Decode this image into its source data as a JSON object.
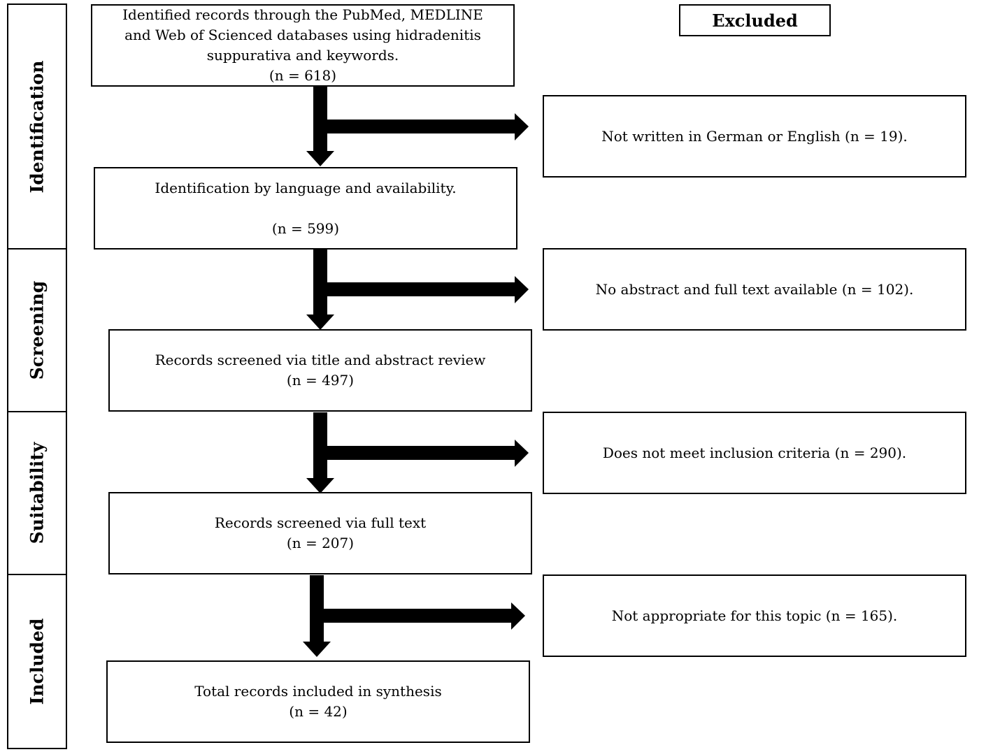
{
  "phases": [
    {
      "label": "Identification"
    },
    {
      "label": "Screening"
    },
    {
      "label": "Suitability"
    },
    {
      "label": "Included"
    }
  ],
  "excluded_header": "Excluded",
  "main_boxes": [
    {
      "lines": [
        "Identified records through the PubMed, MEDLINE",
        "and Web of Scienced databases using hidradenitis",
        "suppurativa and keywords."
      ],
      "count": "(n = 618)"
    },
    {
      "lines": [
        "Identification by language and availability."
      ],
      "count": "(n = 599)"
    },
    {
      "lines": [
        "Records screened via title and abstract review"
      ],
      "count": "(n = 497)"
    },
    {
      "lines": [
        "Records screened via full text"
      ],
      "count": "(n = 207)"
    },
    {
      "lines": [
        "Total records included in synthesis"
      ],
      "count": "(n = 42)"
    }
  ],
  "excluded_boxes": [
    {
      "text": "Not written in German or English (n = 19)."
    },
    {
      "text": "No abstract and full text available (n = 102)."
    },
    {
      "text": "Does not meet inclusion criteria (n = 290)."
    },
    {
      "text": "Not appropriate for this topic (n = 165)."
    }
  ],
  "colors": {
    "line": "#000000",
    "background": "#ffffff"
  }
}
